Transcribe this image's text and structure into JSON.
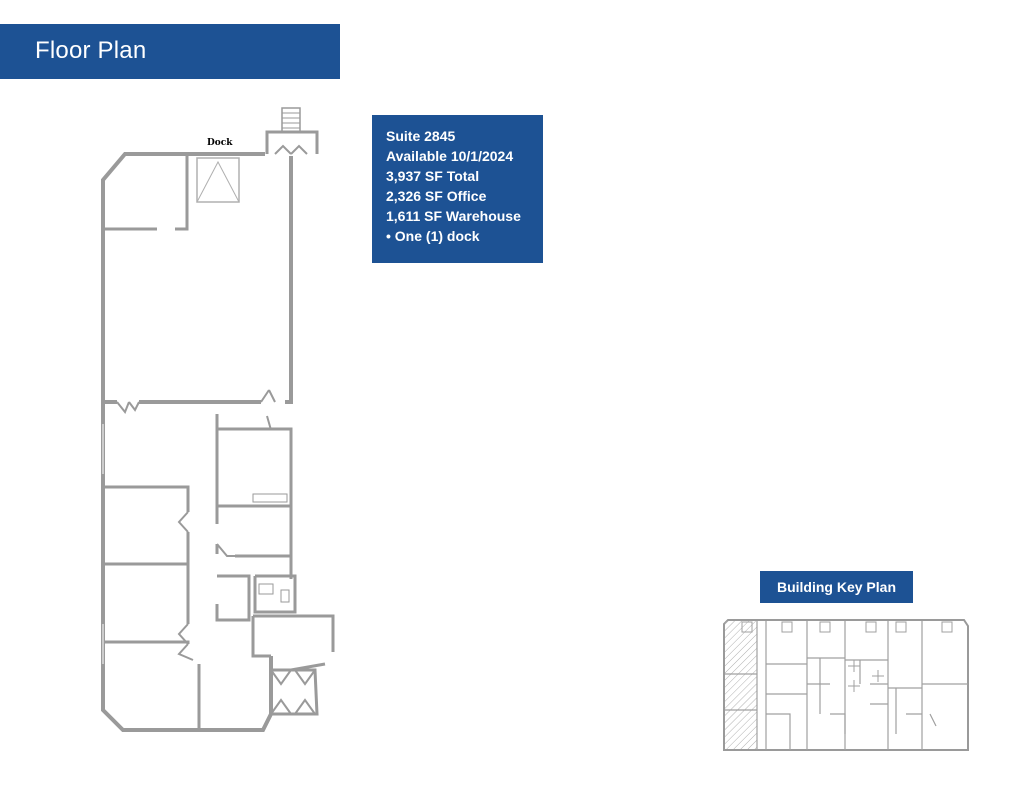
{
  "header": {
    "title": "Floor Plan"
  },
  "suite_info": {
    "lines": [
      "Suite 2845",
      "Available 10/1/2024",
      "3,937  SF Total",
      "2,326 SF Office",
      "1,611 SF Warehouse",
      "• One (1) dock"
    ]
  },
  "floor_plan": {
    "dock_label": "Dock"
  },
  "key_plan": {
    "label": "Building Key Plan"
  },
  "colors": {
    "brand_blue": "#1d5294",
    "wall_gray": "#9a9a9a"
  }
}
